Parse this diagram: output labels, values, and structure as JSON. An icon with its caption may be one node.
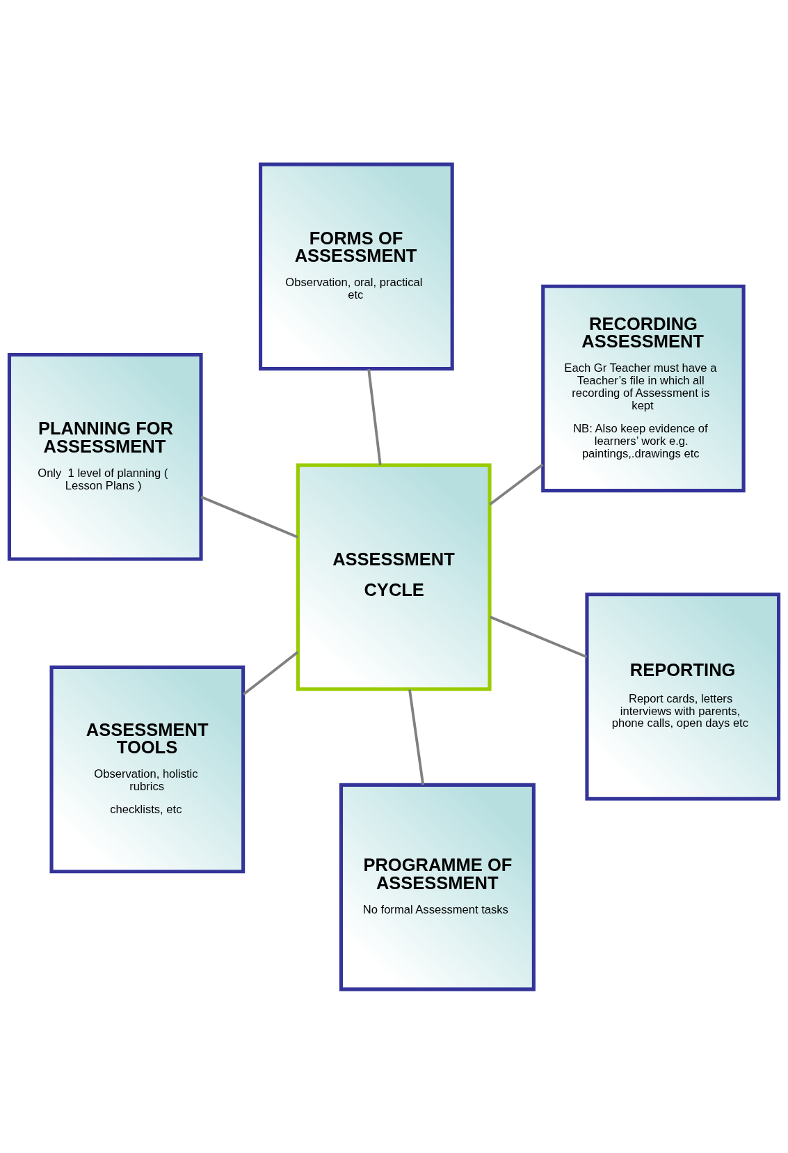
{
  "diagram": {
    "nodes": [
      {
        "text": [
          "PLANNING FOR ASSESSMENT",
          "Only  1 level of planning ( Lesson Plans )"
        ]
      },
      {
        "text": [
          "REPORTING",
          "Report cards, letters interviews with parents, phone calls, open days etc"
        ]
      },
      {
        "text": [
          "PROGRAMME OF ASSESSMENT",
          "No formal Assessment tasks"
        ]
      },
      {
        "text": [
          "ASSESSMENT",
          "CYCLE"
        ]
      },
      {
        "text": [
          "RECORDING ASSESSMENT",
          "Each Gr Teacher must have a Teacher’s file in which all recording of Assessment is kept",
          "NB: Also keep evidence of learners’ work e.g. paintings,.drawings etc"
        ]
      },
      {
        "text": [
          "FORMS OF ASSESSMENT",
          "Observation, oral, practical etc"
        ]
      },
      {
        "text": [
          "ASSESSMENT TOOLS",
          "Observation, holistic rubrics",
          "checklists, etc"
        ]
      }
    ],
    "edges": [
      {
        "from": 3,
        "to": 0,
        "arrow": "none"
      },
      {
        "from": 3,
        "to": 1,
        "arrow": "none"
      },
      {
        "from": 3,
        "to": 2,
        "arrow": "none"
      },
      {
        "from": 3,
        "to": 4,
        "arrow": "none"
      },
      {
        "from": 3,
        "to": 5,
        "arrow": "none"
      },
      {
        "from": 3,
        "to": 6,
        "arrow": "none"
      }
    ]
  }
}
